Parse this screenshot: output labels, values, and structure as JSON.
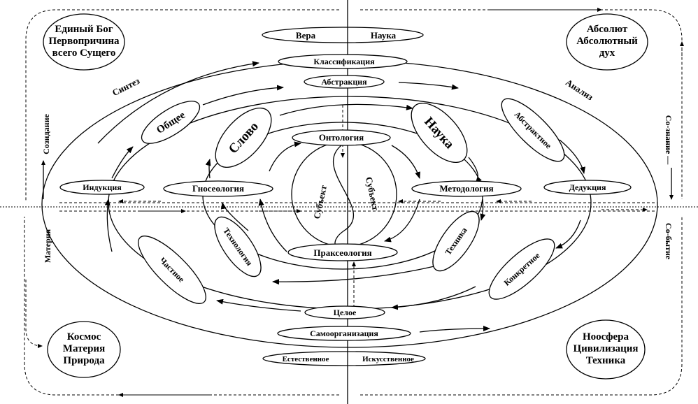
{
  "corners": {
    "top_left": [
      "Единый Бог",
      "Первопричина",
      "всего Сущего"
    ],
    "top_right": [
      "Абсолют",
      "Абсолютный",
      "дух"
    ],
    "bottom_left": [
      "Космос",
      "Материя",
      "Природа"
    ],
    "bottom_right": [
      "Ноосфера",
      "Цивилизация",
      "Техника"
    ]
  },
  "top_pair": {
    "left": "Вера",
    "right": "Наука"
  },
  "bottom_pair": {
    "left": "Естественное",
    "right": "Искусственное"
  },
  "axis_nodes": {
    "classification": "Классификация",
    "abstraction": "Абстракция",
    "ontology": "Онтология",
    "praxeology": "Праксеология",
    "whole": "Целое",
    "self_organization": "Самоорганизация"
  },
  "horizontal_nodes": {
    "induction": "Индукция",
    "gnoseology": "Гносеология",
    "methodology": "Методология",
    "deduction": "Дедукция"
  },
  "diagonal_nodes": {
    "general": "Общее",
    "word": "Слово",
    "science": "Наука",
    "abstract": "Абстрактное",
    "particular": "Частное",
    "technology": "Технология",
    "technique": "Техника",
    "concrete": "Конкретное"
  },
  "center": {
    "subject_left": "Субъект",
    "subject_right": "Субъект"
  },
  "arc_labels": {
    "synthesis": "Синтез",
    "analysis": "Анализ"
  },
  "side_labels": {
    "creation": "Созидание",
    "co_knowledge": "Со-знание —",
    "matter": "Материя",
    "co_being": "Со-бытие"
  }
}
